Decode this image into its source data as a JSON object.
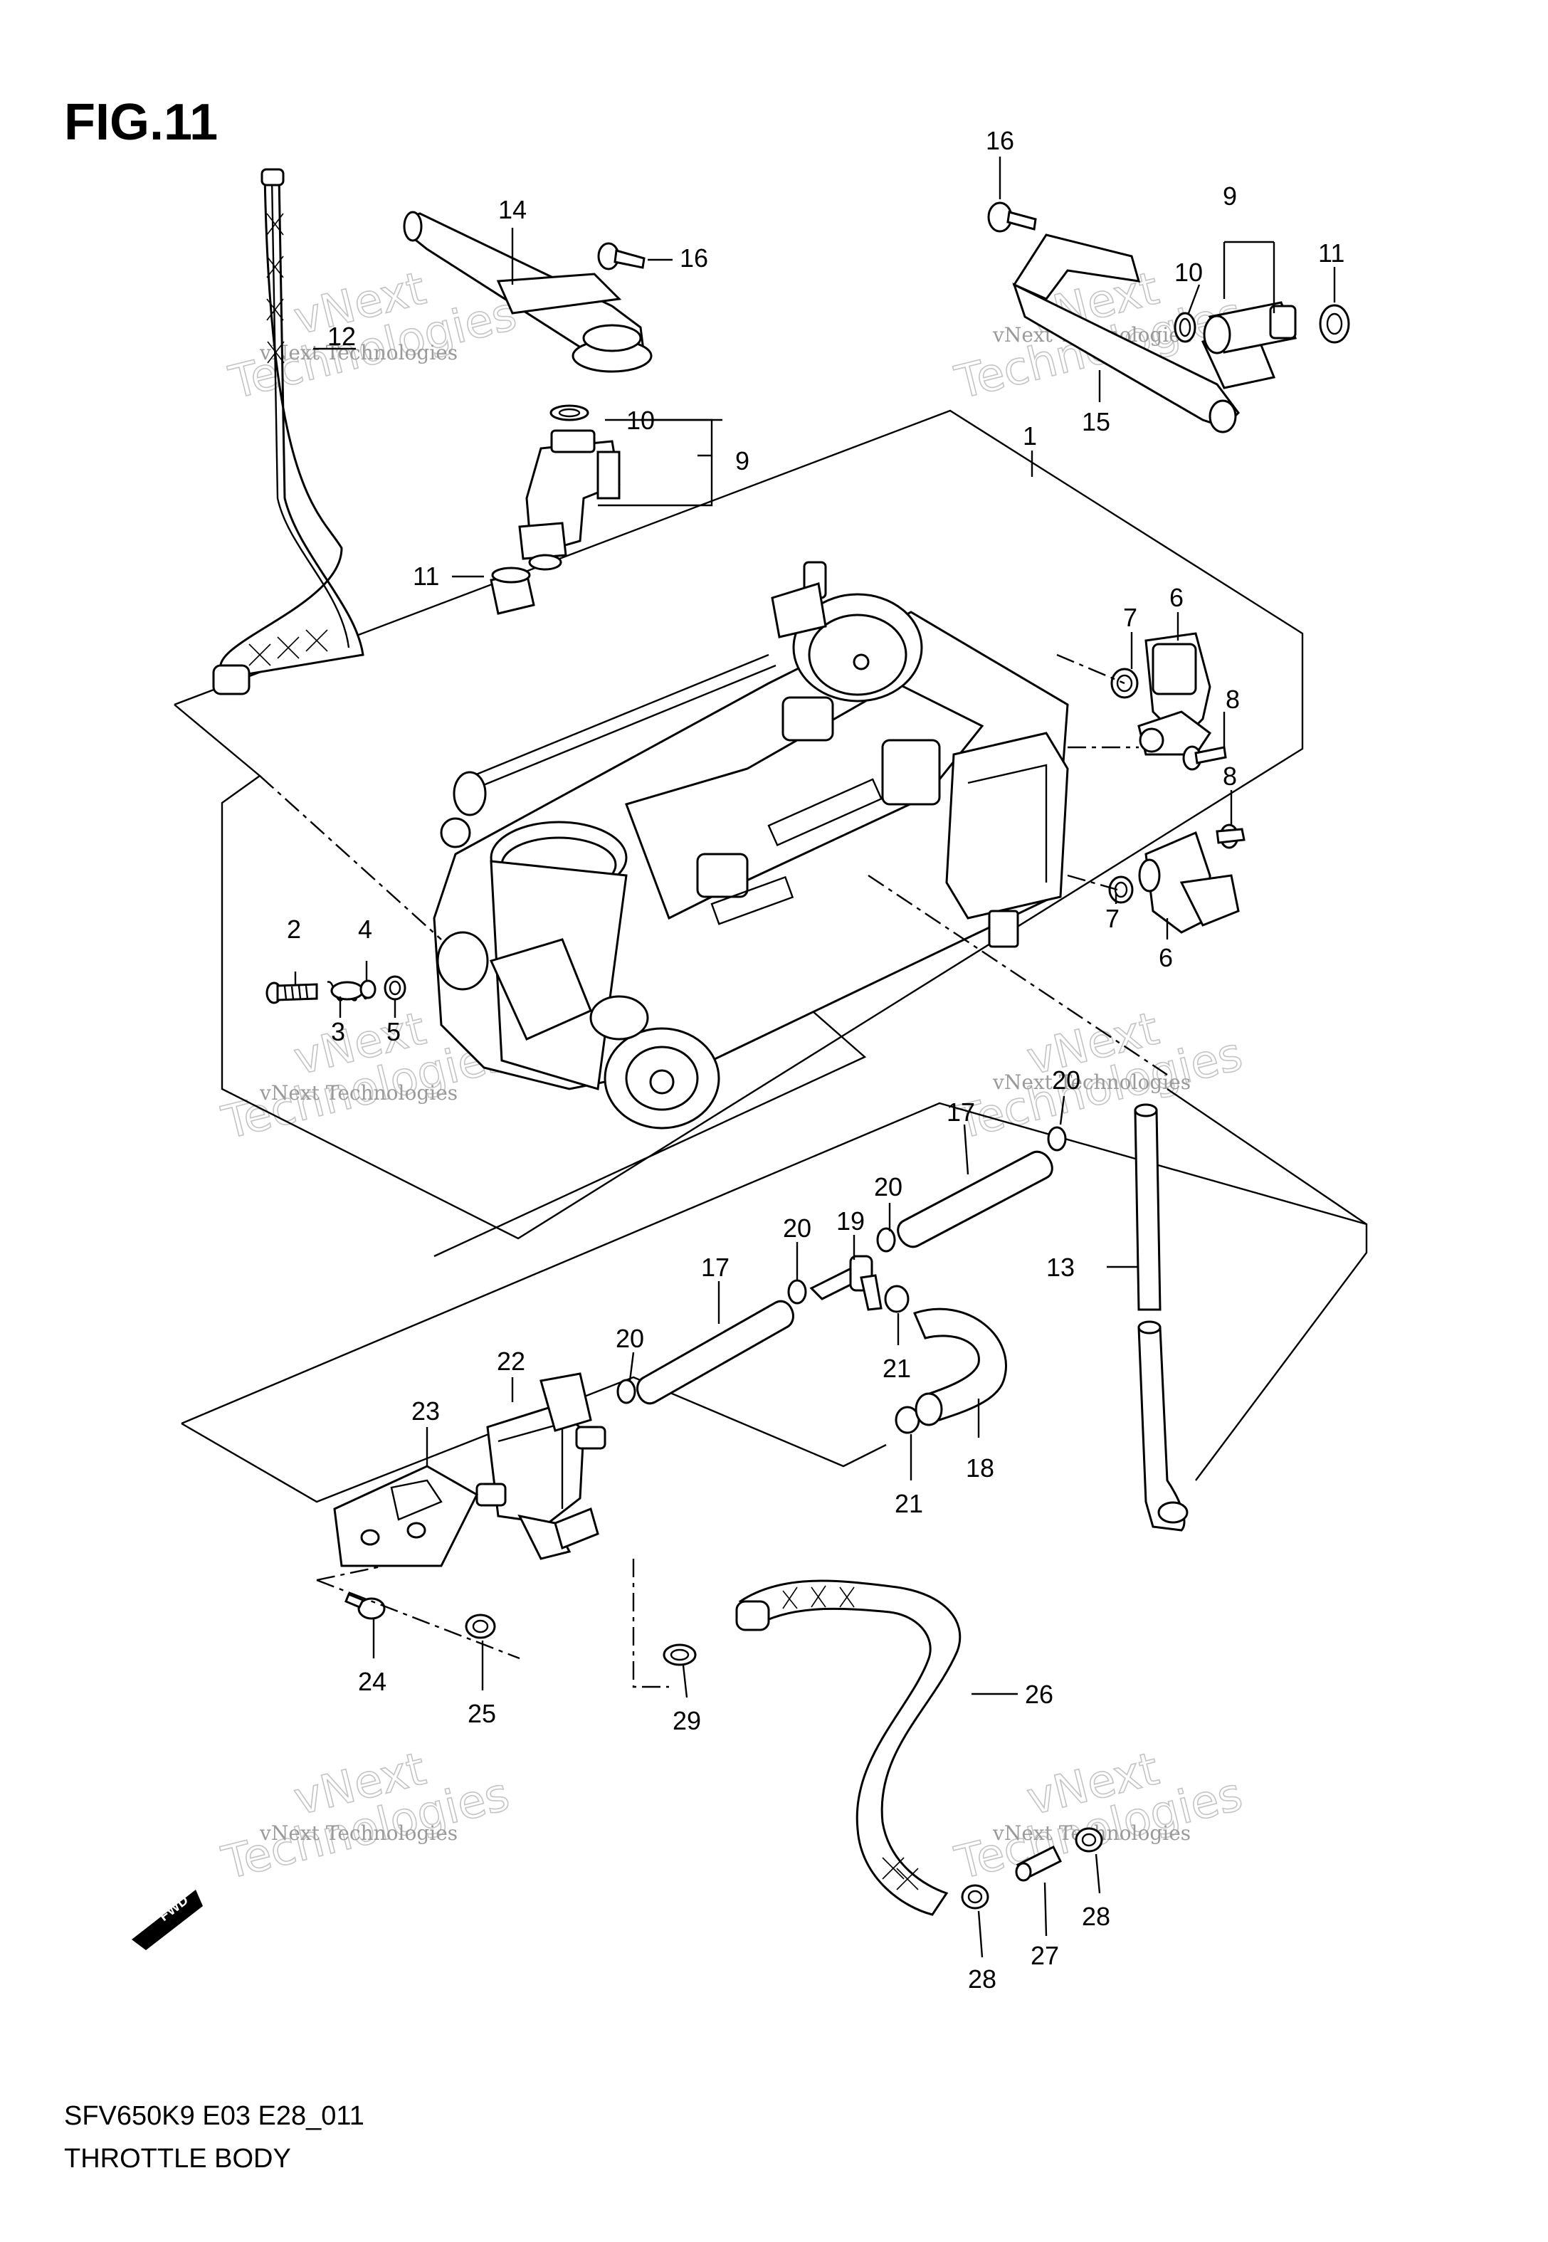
{
  "figure": {
    "title": "FIG.11",
    "model_code": "SFV650K9 E03 E28_011",
    "name": "THROTTLE BODY"
  },
  "watermark": {
    "line1": "vNext Technologies",
    "line2": "Technologies",
    "brand": "vNext"
  },
  "direction_badge": "FWD",
  "callouts": {
    "c1": "1",
    "c2": "2",
    "c3": "3",
    "c4": "4",
    "c5": "5",
    "c6a": "6",
    "c6b": "6",
    "c7a": "7",
    "c7b": "7",
    "c8a": "8",
    "c8b": "8",
    "c9a": "9",
    "c9b": "9",
    "c10a": "10",
    "c10b": "10",
    "c11a": "11",
    "c11b": "11",
    "c12": "12",
    "c13": "13",
    "c14": "14",
    "c15": "15",
    "c16a": "16",
    "c16b": "16",
    "c17a": "17",
    "c17b": "17",
    "c18": "18",
    "c19": "19",
    "c20a": "20",
    "c20b": "20",
    "c20c": "20",
    "c20d": "20",
    "c21a": "21",
    "c21b": "21",
    "c22": "22",
    "c23": "23",
    "c24": "24",
    "c25": "25",
    "c26": "26",
    "c27": "27",
    "c28a": "28",
    "c28b": "28",
    "c29": "29"
  }
}
